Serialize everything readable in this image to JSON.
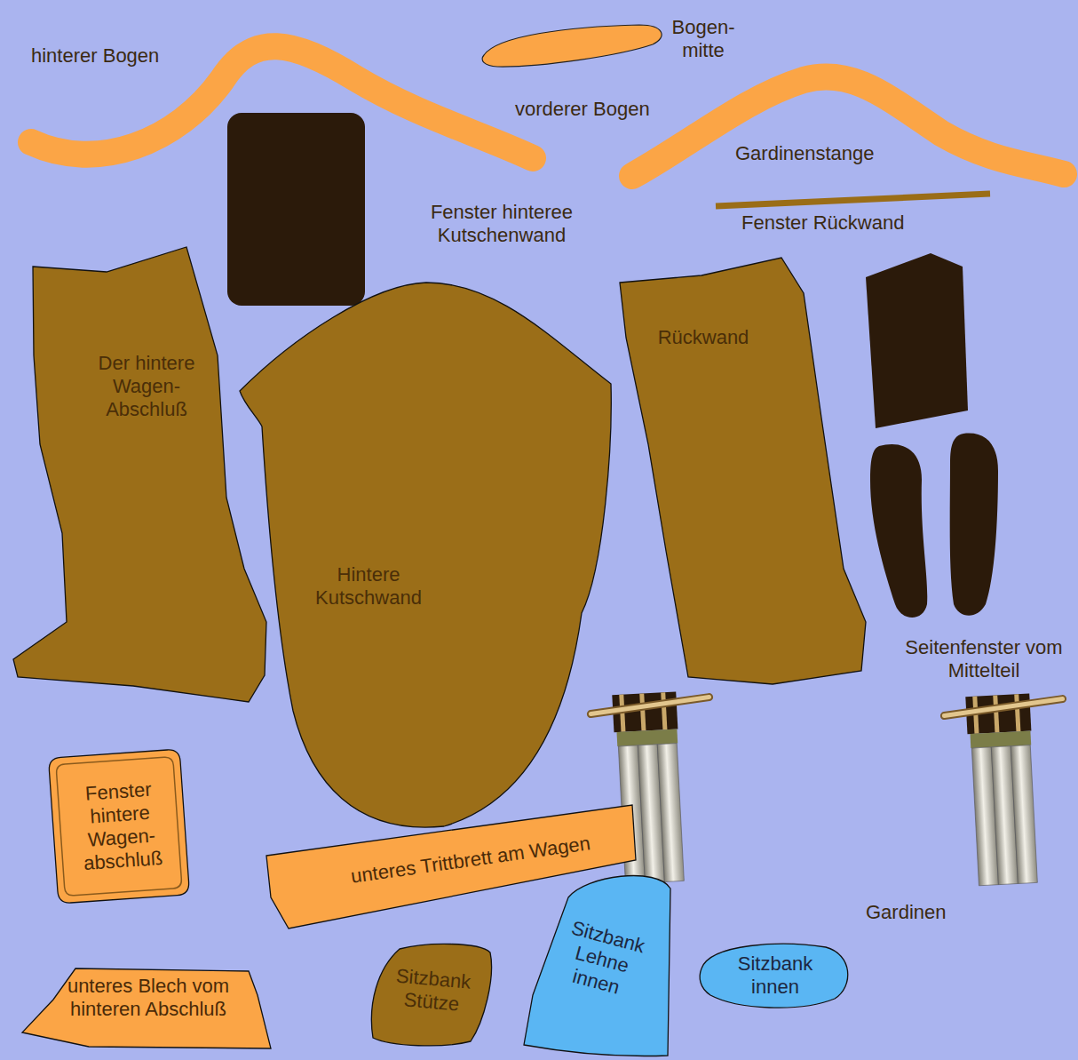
{
  "diagram": {
    "nodes": [
      {
        "text": [
          "Der hintere Wagen- Abschluß"
        ]
      },
      {
        "text": [
          "Hintere Kutschwand"
        ]
      },
      {
        "text": [
          "Rückwand"
        ]
      },
      {
        "text": [
          "Fenster hintere Wagen- abschluß"
        ]
      },
      {
        "text": [
          "unteres Trittbrett am Wagen"
        ]
      },
      {
        "text": [
          "Sitzbank Lehne innen"
        ]
      },
      {
        "text": [
          "Sitzbank innen"
        ]
      },
      {
        "text": [
          "Sitzbank Stütze"
        ]
      },
      {
        "text": [
          "unteres Blech vom hinteren Abschluß"
        ]
      }
    ],
    "labels": [
      "hinterer Bogen",
      "Bogen- mitte",
      "vorderer Bogen",
      "Gardinenstange",
      "Fenster hinteree Kutschenwand",
      "Fenster Rückwand",
      "Seitenfenster vom Mittelteil",
      "Gardinen"
    ]
  }
}
